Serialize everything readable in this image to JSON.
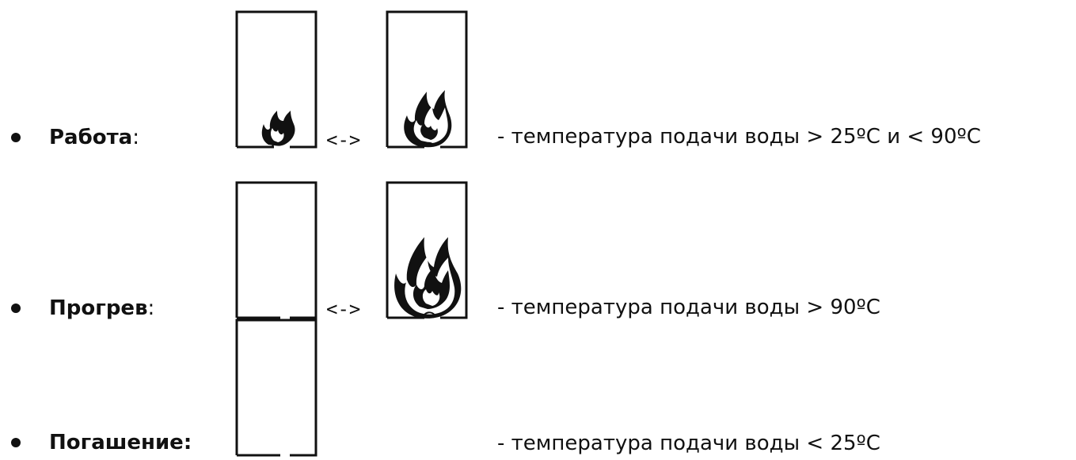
{
  "states": [
    {
      "label": "Работа",
      "colon": ":",
      "icons": [
        "small-flame-icon",
        "medium-flame-icon"
      ],
      "arrow": "<->",
      "description": "- температура подачи воды > 25ºC и < 90ºC"
    },
    {
      "label": "Прогрев",
      "colon": ":",
      "icons": [
        "no-flame-icon",
        "large-flame-icon"
      ],
      "arrow": "<->",
      "description": "- температура подачи воды > 90ºC"
    },
    {
      "label": "Погашение:",
      "colon": "",
      "icons": [
        "no-flame-icon"
      ],
      "description": "- температура подачи воды < 25ºC"
    }
  ],
  "colors": {
    "ink": "#111111",
    "background": "#ffffff"
  }
}
